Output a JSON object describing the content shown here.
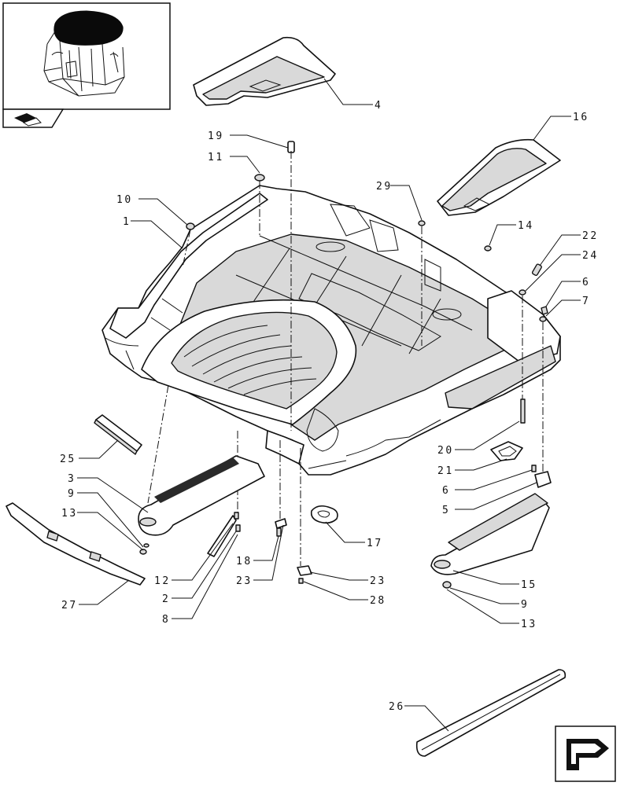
{
  "callouts": [
    {
      "id": "c4",
      "label": "4"
    },
    {
      "id": "c16",
      "label": "16"
    },
    {
      "id": "c19",
      "label": "19"
    },
    {
      "id": "c11",
      "label": "11"
    },
    {
      "id": "c29",
      "label": "29"
    },
    {
      "id": "c10",
      "label": "10"
    },
    {
      "id": "c1",
      "label": "1"
    },
    {
      "id": "c14",
      "label": "14"
    },
    {
      "id": "c22",
      "label": "22"
    },
    {
      "id": "c24",
      "label": "24"
    },
    {
      "id": "c6a",
      "label": "6"
    },
    {
      "id": "c7",
      "label": "7"
    },
    {
      "id": "c25",
      "label": "25"
    },
    {
      "id": "c20",
      "label": "20"
    },
    {
      "id": "c21",
      "label": "21"
    },
    {
      "id": "c6b",
      "label": "6"
    },
    {
      "id": "c3",
      "label": "3"
    },
    {
      "id": "c5",
      "label": "5"
    },
    {
      "id": "c9a",
      "label": "9"
    },
    {
      "id": "c13a",
      "label": "13"
    },
    {
      "id": "c17",
      "label": "17"
    },
    {
      "id": "c15",
      "label": "15"
    },
    {
      "id": "c12",
      "label": "12"
    },
    {
      "id": "c18",
      "label": "18"
    },
    {
      "id": "c2",
      "label": "2"
    },
    {
      "id": "c23a",
      "label": "23"
    },
    {
      "id": "c23b",
      "label": "23"
    },
    {
      "id": "c9b",
      "label": "9"
    },
    {
      "id": "c8",
      "label": "8"
    },
    {
      "id": "c28",
      "label": "28"
    },
    {
      "id": "c13b",
      "label": "13"
    },
    {
      "id": "c27",
      "label": "27"
    },
    {
      "id": "c26",
      "label": "26"
    }
  ],
  "icons": {
    "thumbnail": "tractor-cab-locator-icon",
    "nav_back": "book-page-back-icon",
    "nav_next": "next-page-arrow-icon"
  }
}
